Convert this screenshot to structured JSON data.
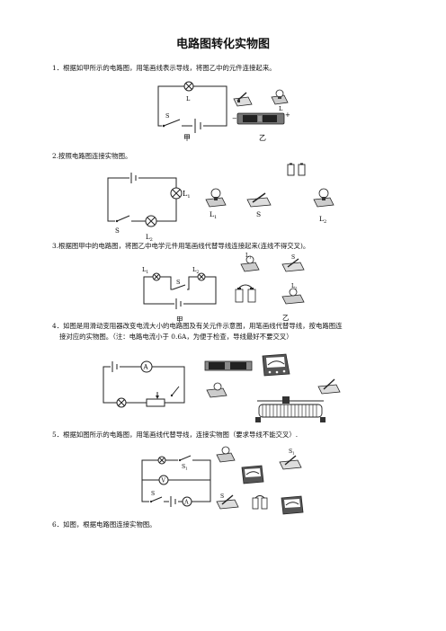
{
  "title": "电路图转化实物图",
  "questions": [
    {
      "text": "1．根据如甲所示的电路图，用笔画线表示导线，将图乙中的元件连接起来。",
      "labels": {
        "lamp": "L",
        "switch": "S",
        "fig_a": "甲",
        "fig_b": "乙",
        "lamp_real": "L",
        "minus": "−",
        "plus": "+"
      }
    },
    {
      "text": "2.按照电路图连接实物图。",
      "labels": {
        "l1": "L",
        "l1_sub": "1",
        "l2": "L",
        "l2_sub": "2",
        "s": "S",
        "l1r": "L",
        "l1r_sub": "1",
        "sr": "S",
        "l2r": "L",
        "l2r_sub": "2"
      }
    },
    {
      "text": "3.根据图甲中的电路图，将图乙中电学元件用笔画线代替导线连接起来(连线不得交叉)。",
      "labels": {
        "l1": "L",
        "l1_sub": "1",
        "s": "S",
        "l2": "L",
        "l2_sub": "2",
        "fig_a": "甲",
        "fig_b": "乙",
        "l1r": "L",
        "l1r_sub": "1",
        "sr": "S",
        "l2r": "L",
        "l2r_sub": "2"
      }
    },
    {
      "text_line1": "4．如图是用滑动变阻器改变电流大小的电路图及有关元件示意图，用笔画线代替导线，按电路图连",
      "text_line2": "接对应的实物图。（注：电路电流小于 0.6A，为便于检查，导线最好不要交叉）",
      "labels": {
        "ammeter": "A"
      }
    },
    {
      "text": "5．根据如图所示的电路图，用笔画线代替导线，连接实物图（要求导线不能交叉）.",
      "labels": {
        "s1": "S",
        "s1_sub": "1",
        "v": "V",
        "s": "S",
        "a": "A",
        "s1r": "S",
        "s1r_sub": "1",
        "sr": "S"
      }
    },
    {
      "text": "6．如图，根据电路图连接实物图。"
    }
  ]
}
